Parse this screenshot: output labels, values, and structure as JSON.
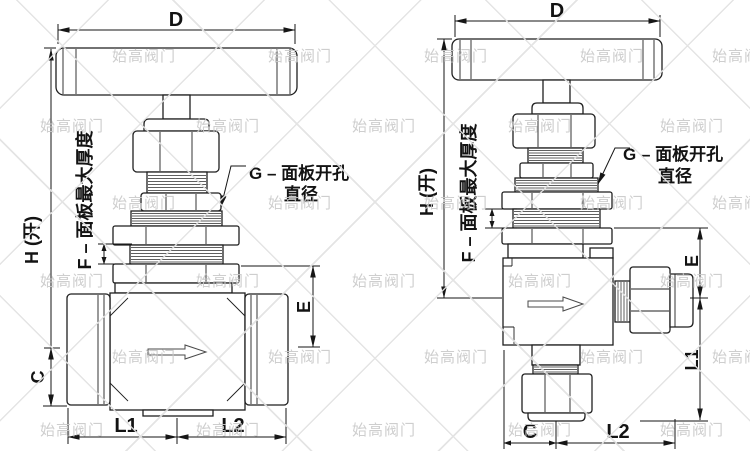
{
  "watermark": {
    "text": "始高阀门"
  },
  "colors": {
    "line": "#1f1f1f",
    "dimension": "#161616",
    "watermark_text": "#c9c9c9",
    "watermark_lines": "#e2e2e2",
    "background": "#ffffff"
  },
  "left_valve": {
    "name": "straight pattern panel-mount needle valve",
    "dims": {
      "d": "D",
      "h": "H (开)",
      "f": "F – 面板最大厚度",
      "g_line1": "G – 面板开孔",
      "g_line2": "直径",
      "e": "E",
      "c": "C",
      "l1": "L1",
      "l2": "L2"
    }
  },
  "right_valve": {
    "name": "angle pattern panel-mount needle valve",
    "dims": {
      "d": "D",
      "h": "H (开)",
      "f": "F – 面板最大厚度",
      "g_line1": "G – 面板开孔",
      "g_line2": "直径",
      "e": "E",
      "c": "C",
      "l1": "L1",
      "l2": "L2"
    }
  }
}
